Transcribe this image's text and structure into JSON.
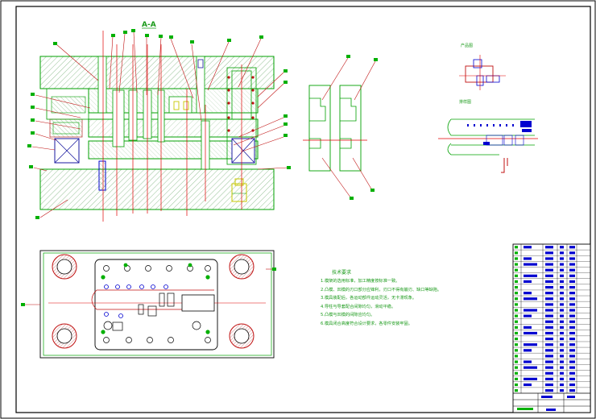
{
  "drawing": {
    "section_title": "A-A",
    "product_label": "产品图",
    "strip_label": "排样图",
    "notes": {
      "title": "技术要求",
      "items": [
        "1.模架的选用标准，加工精度按标准一致。",
        "2.凸模、凹模的刃口部分应锋利，刃口不得有崩刃、缺口等缺陷。",
        "3.模具装配后，各运动部件运动灵活，无卡滞现象。",
        "4.导柱与导套配合间隙均匀，滑动平稳。",
        "5.凸模与凹模的间隙应均匀。",
        "6.模具闭合高度符合设计要求，各零件安装牢固。"
      ]
    },
    "colors": {
      "frame": "#000000",
      "outline": "#00a000",
      "hatch": "#5a9a5a",
      "center": "#e00000",
      "blue": "#0000d0",
      "leader": "#d01010",
      "yellow": "#c8c800",
      "cross": "#1a1aa0"
    }
  }
}
